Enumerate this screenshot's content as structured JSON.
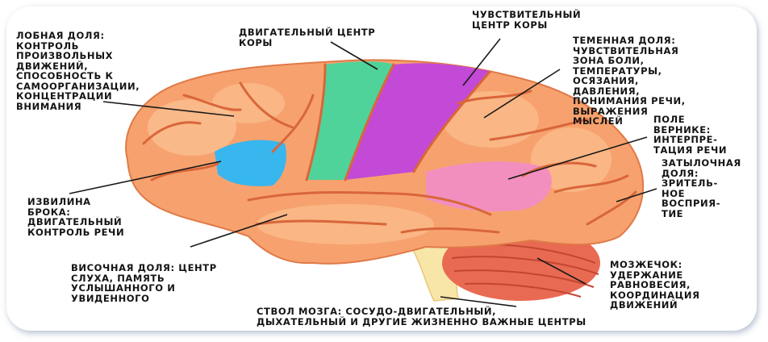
{
  "labels": {
    "frontal": "ЛОБНАЯ ДОЛЯ:\nКОНТРОЛЬ\nПРОИЗВОЛЬНЫХ\nДВИЖЕНИЙ,\nСПОСОБНОСТЬ К\nСАМООРГАНИЗАЦИИ,\nКОНЦЕНТРАЦИИ\nВНИМАНИЯ",
    "motor": "ДВИГАТЕЛЬНЫЙ ЦЕНТР\nКОРЫ",
    "sensory": "ЧУВСТВИТЕЛЬНЫЙ\nЦЕНТР КОРЫ",
    "parietal": "ТЕМЕННАЯ ДОЛЯ:\nЧУВСТВИТЕЛЬНАЯ\nЗОНА БОЛИ,\nТЕМПЕРАТУРЫ,\nОСЯЗАНИЯ,\nДАВЛЕНИЯ,\nПОНИМАНИЯ РЕЧИ,\nВЫРАЖЕНИЯ\nМЫСЛЕЙ",
    "wernicke": "ПОЛЕ\nВЕРНИКЕ:\nИНТЕРПРЕ-\nТАЦИЯ РЕЧИ",
    "occipital": "ЗАТЫЛОЧНАЯ\nДОЛЯ:\nЗРИТЕЛЬ-\nНОЕ\nВОСПРИЯ-\nТИЕ",
    "broca": "ИЗВИЛИНА\nБРОКА:\nДВИГАТЕЛЬНЫЙ\nКОНТРОЛЬ РЕЧИ",
    "temporal": "ВИСОЧНАЯ ДОЛЯ: ЦЕНТР\nСЛУХА, ПАМЯТЬ\nУСЛЫШАННОГО И\nУВИДЕННОГО",
    "cerebellum": "МОЗЖЕЧОК:\nУДЕРЖАНИЕ\nРАВНОВЕСИЯ,\nКООРДИНАЦИЯ\nДВИЖЕНИЙ",
    "brainstem": "СТВОЛ МОЗГА: СОСУДО-ДВИГАТЕЛЬНЫЙ,\nДЫХАТЕЛЬНЫЙ И ДРУГИЕ ЖИЗНЕННО ВАЖНЫЕ ЦЕНТРЫ"
  },
  "colors": {
    "cortex": "#f7a26e",
    "gyrus_light": "#fbc394",
    "sulcus": "#d9663a",
    "motor_cortex": "#4fd39a",
    "sensory_cortex": "#c24ad6",
    "broca_area": "#38b6ee",
    "wernicke_area": "#f28fbe",
    "cerebellum": "#e96a52",
    "brainstem": "#f7e6a8",
    "leader_line": "#1a1a1a"
  }
}
